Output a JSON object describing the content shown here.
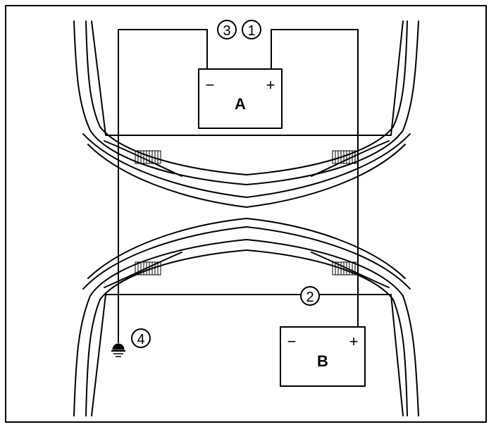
{
  "diagram": {
    "battery_a": {
      "label": "A",
      "neg": "−",
      "pos": "+"
    },
    "battery_b": {
      "label": "B",
      "neg": "−",
      "pos": "+"
    },
    "callouts": {
      "c1": "1",
      "c2": "2",
      "c3": "3",
      "c4": "4"
    }
  },
  "icons": {
    "ground": "ground-symbol-icon",
    "callout": "circled-number"
  }
}
